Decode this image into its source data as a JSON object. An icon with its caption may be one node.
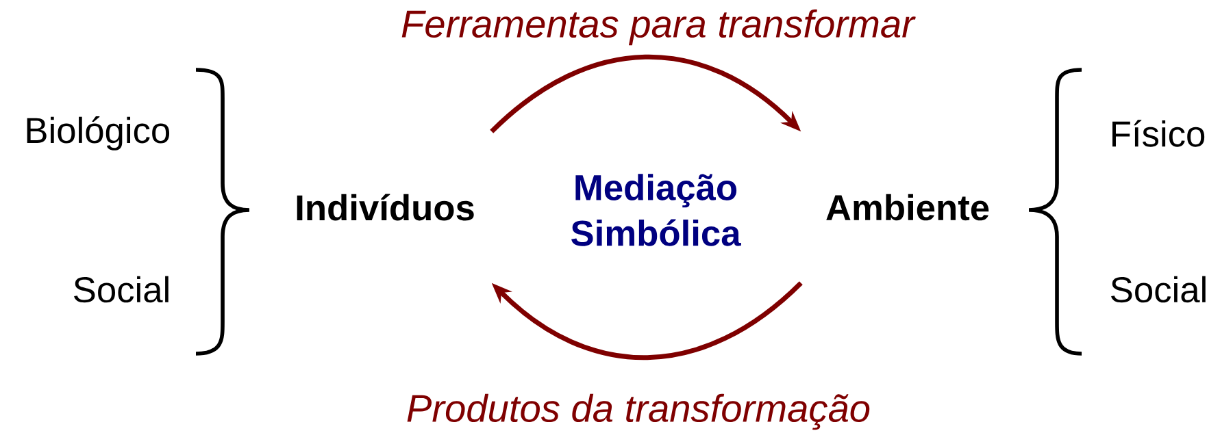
{
  "diagram": {
    "nodes": [
      {
        "text": [
          "Indivíduos"
        ]
      },
      {
        "text": [
          "Ambiente"
        ]
      }
    ],
    "edges": [
      {
        "from": 0,
        "to": 1,
        "arrow": "to",
        "label": "Ferramentas  para transformar"
      },
      {
        "from": 1,
        "to": 0,
        "arrow": "to",
        "label": "Produtos da transformação"
      }
    ],
    "labels": [
      "Biológico",
      "Físico",
      "Mediação Simbólica",
      "Social",
      "Social"
    ]
  }
}
